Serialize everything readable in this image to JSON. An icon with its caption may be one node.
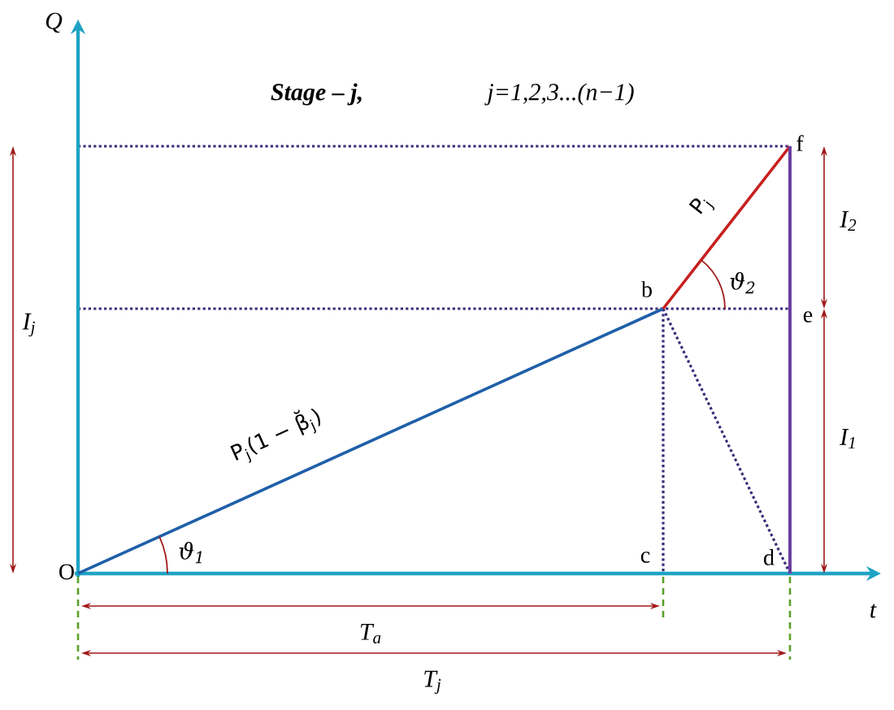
{
  "diagram": {
    "title": "Stage – j,",
    "labels": [
      "Q",
      "j=1,2,3...(n−1)",
      "f",
      "I$_{j}$",
      "I$_{2}$",
      "P$_{j}$",
      "b",
      "ϑ$_{2}$",
      "e",
      "P$_{j}$(1 − β̆$_{j}$)",
      "I$_{1}$",
      "ϑ$_{1}$",
      "c",
      "d",
      "O",
      "t",
      "T$_{a}$",
      "T$_{j}$"
    ]
  }
}
